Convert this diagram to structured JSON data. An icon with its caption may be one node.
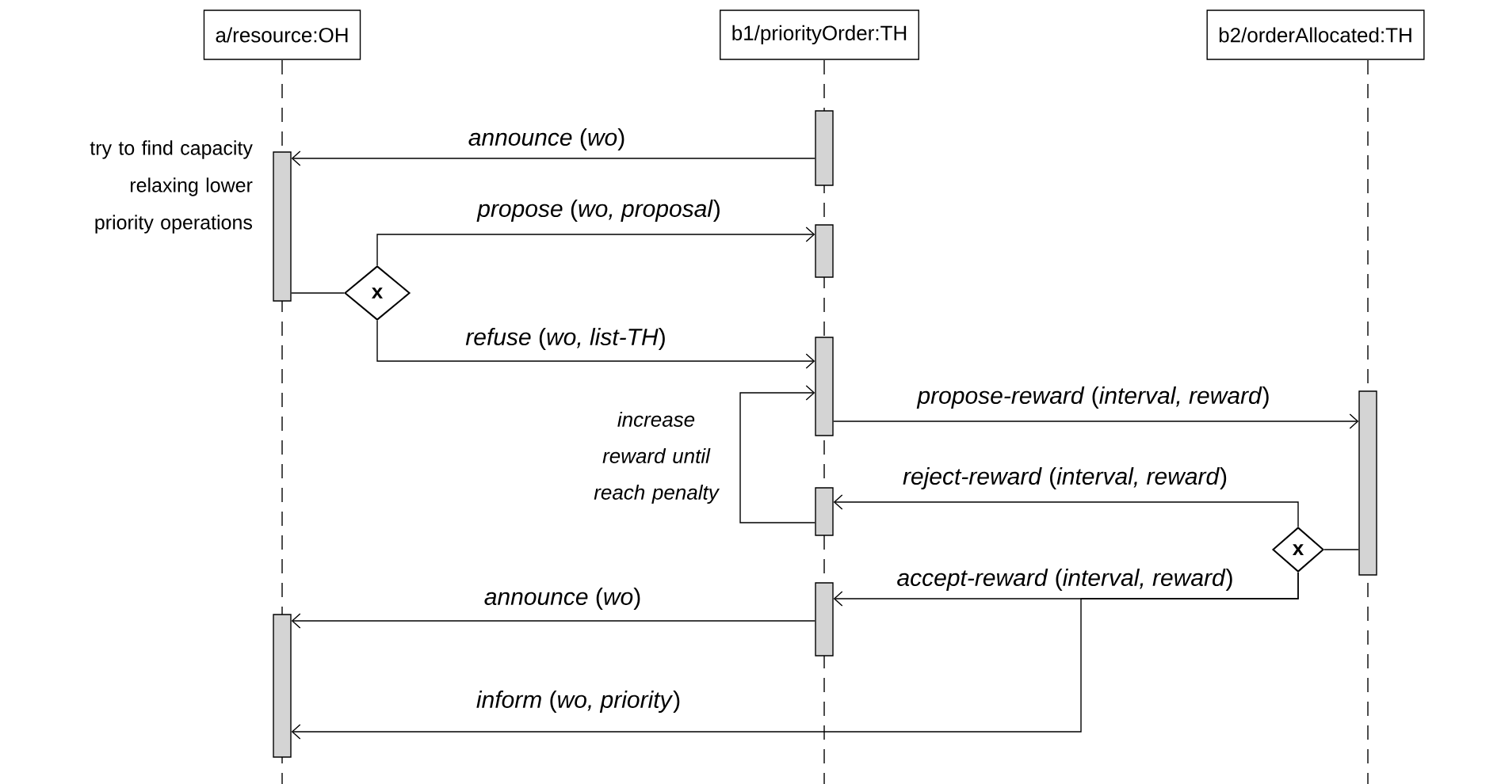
{
  "diagram": {
    "nodes": [
      {
        "text": [
          "a/resource:OH"
        ]
      },
      {
        "text": [
          "b1/priorityOrder:TH"
        ]
      },
      {
        "text": [
          "b2/orderAllocated:TH"
        ]
      },
      {
        "text": [],
        "shape": "bar",
        "beside": [
          "try to find capacity relaxing lower priority operations"
        ]
      },
      {
        "text": [],
        "shape": "bar"
      },
      {
        "text": [],
        "shape": "bar"
      },
      {
        "text": [],
        "shape": "bar"
      },
      {
        "text": [],
        "shape": "bar"
      },
      {
        "text": [],
        "shape": "bar"
      },
      {
        "text": [],
        "shape": "bar"
      },
      {
        "text": [],
        "shape": "bar"
      },
      {
        "text": [
          "x"
        ]
      },
      {
        "text": [
          "x"
        ]
      }
    ],
    "edges": [
      {
        "from": 4,
        "to": 3,
        "arrow": "to",
        "label": "*announce* (*wo*)"
      },
      {
        "from": 3,
        "to": 11,
        "arrow": "none"
      },
      {
        "from": 11,
        "to": 5,
        "arrow": "to",
        "label": "*propose* (*wo, proposal*)"
      },
      {
        "from": 11,
        "to": 6,
        "arrow": "to",
        "label": "*refuse* (*wo, list-TH*)"
      },
      {
        "from": 6,
        "to": 7,
        "arrow": "to",
        "label": "*propose-reward* (*interval, reward*)"
      },
      {
        "from": 7,
        "to": 12,
        "arrow": "none"
      },
      {
        "from": 12,
        "to": 8,
        "arrow": "to",
        "label": "*reject-reward* (*interval, reward*)"
      },
      {
        "from": 12,
        "to": 9,
        "arrow": "to",
        "label": "*accept-reward* (*interval, reward*)"
      },
      {
        "from": 8,
        "to": 6,
        "arrow": "to",
        "label": "increase reward until reach penalty"
      },
      {
        "from": 9,
        "to": 10,
        "arrow": "to",
        "label": "*announce* (*wo*)"
      },
      {
        "from": 12,
        "to": 10,
        "arrow": "to",
        "label": "*inform* (*wo, priority*)"
      }
    ]
  }
}
